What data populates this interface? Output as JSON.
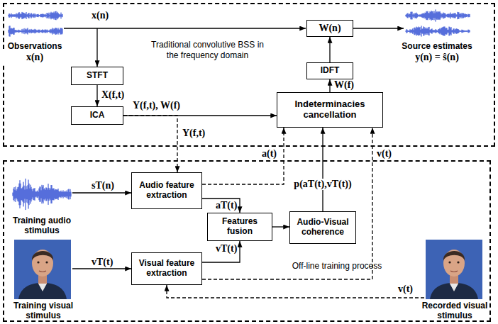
{
  "diagram": {
    "nodes": [
      {
        "text": [
          "Traditional convolutive BSS in the frequency domain"
        ]
      },
      {
        "text": [
          "STFT"
        ],
        "in": 0
      },
      {
        "text": [
          "ICA"
        ],
        "in": 0
      },
      {
        "text": [
          "W(n)"
        ],
        "in": 0
      },
      {
        "text": [
          "IDFT"
        ],
        "in": 0
      },
      {
        "text": [
          "Indeterminacies cancellation"
        ],
        "in": 0
      },
      {
        "text": [
          "Off-line training process"
        ]
      },
      {
        "text": [
          "Audio feature extraction"
        ],
        "in": 6
      },
      {
        "text": [
          "Features fusion"
        ],
        "in": 6
      },
      {
        "text": [
          "Audio-Visual coherence"
        ],
        "in": 6
      },
      {
        "text": [
          "Visual feature extraction"
        ],
        "in": 6
      }
    ],
    "edges": [
      {
        "from": 1,
        "to": 2,
        "label": "X(f,t)",
        "arrow": "to"
      },
      {
        "from": 2,
        "to": 5,
        "label": "Y(f,t), W(f)",
        "arrow": "to"
      },
      {
        "from": 5,
        "to": 4,
        "label": "W(f)",
        "arrow": "to"
      },
      {
        "from": 4,
        "to": 3,
        "arrow": "to"
      },
      {
        "from": 2,
        "to": 7,
        "label": "Y(f,t)",
        "arrow": "to"
      },
      {
        "from": 7,
        "to": 5,
        "label": "a(t)",
        "arrow": "to"
      },
      {
        "from": 7,
        "to": 8,
        "label": "aT(t)",
        "arrow": "to"
      },
      {
        "from": 10,
        "to": 8,
        "label": "vT(t)",
        "arrow": "to"
      },
      {
        "from": 8,
        "to": 9,
        "arrow": "to"
      },
      {
        "from": 9,
        "to": 5,
        "label": "p(aT(t),vT(t))",
        "arrow": "to"
      },
      {
        "from": 10,
        "to": 5,
        "label": "v(t)",
        "arrow": "to"
      }
    ],
    "labels": [
      "x(n)",
      "Observations",
      "x(n)",
      "Source estimates",
      "y(n) = ŝ(n)",
      "sT(n)",
      "Training audio stimulus",
      "vT(t)",
      "Training visual stimulus",
      "v(t)",
      "Recorded visual stimulus"
    ]
  }
}
